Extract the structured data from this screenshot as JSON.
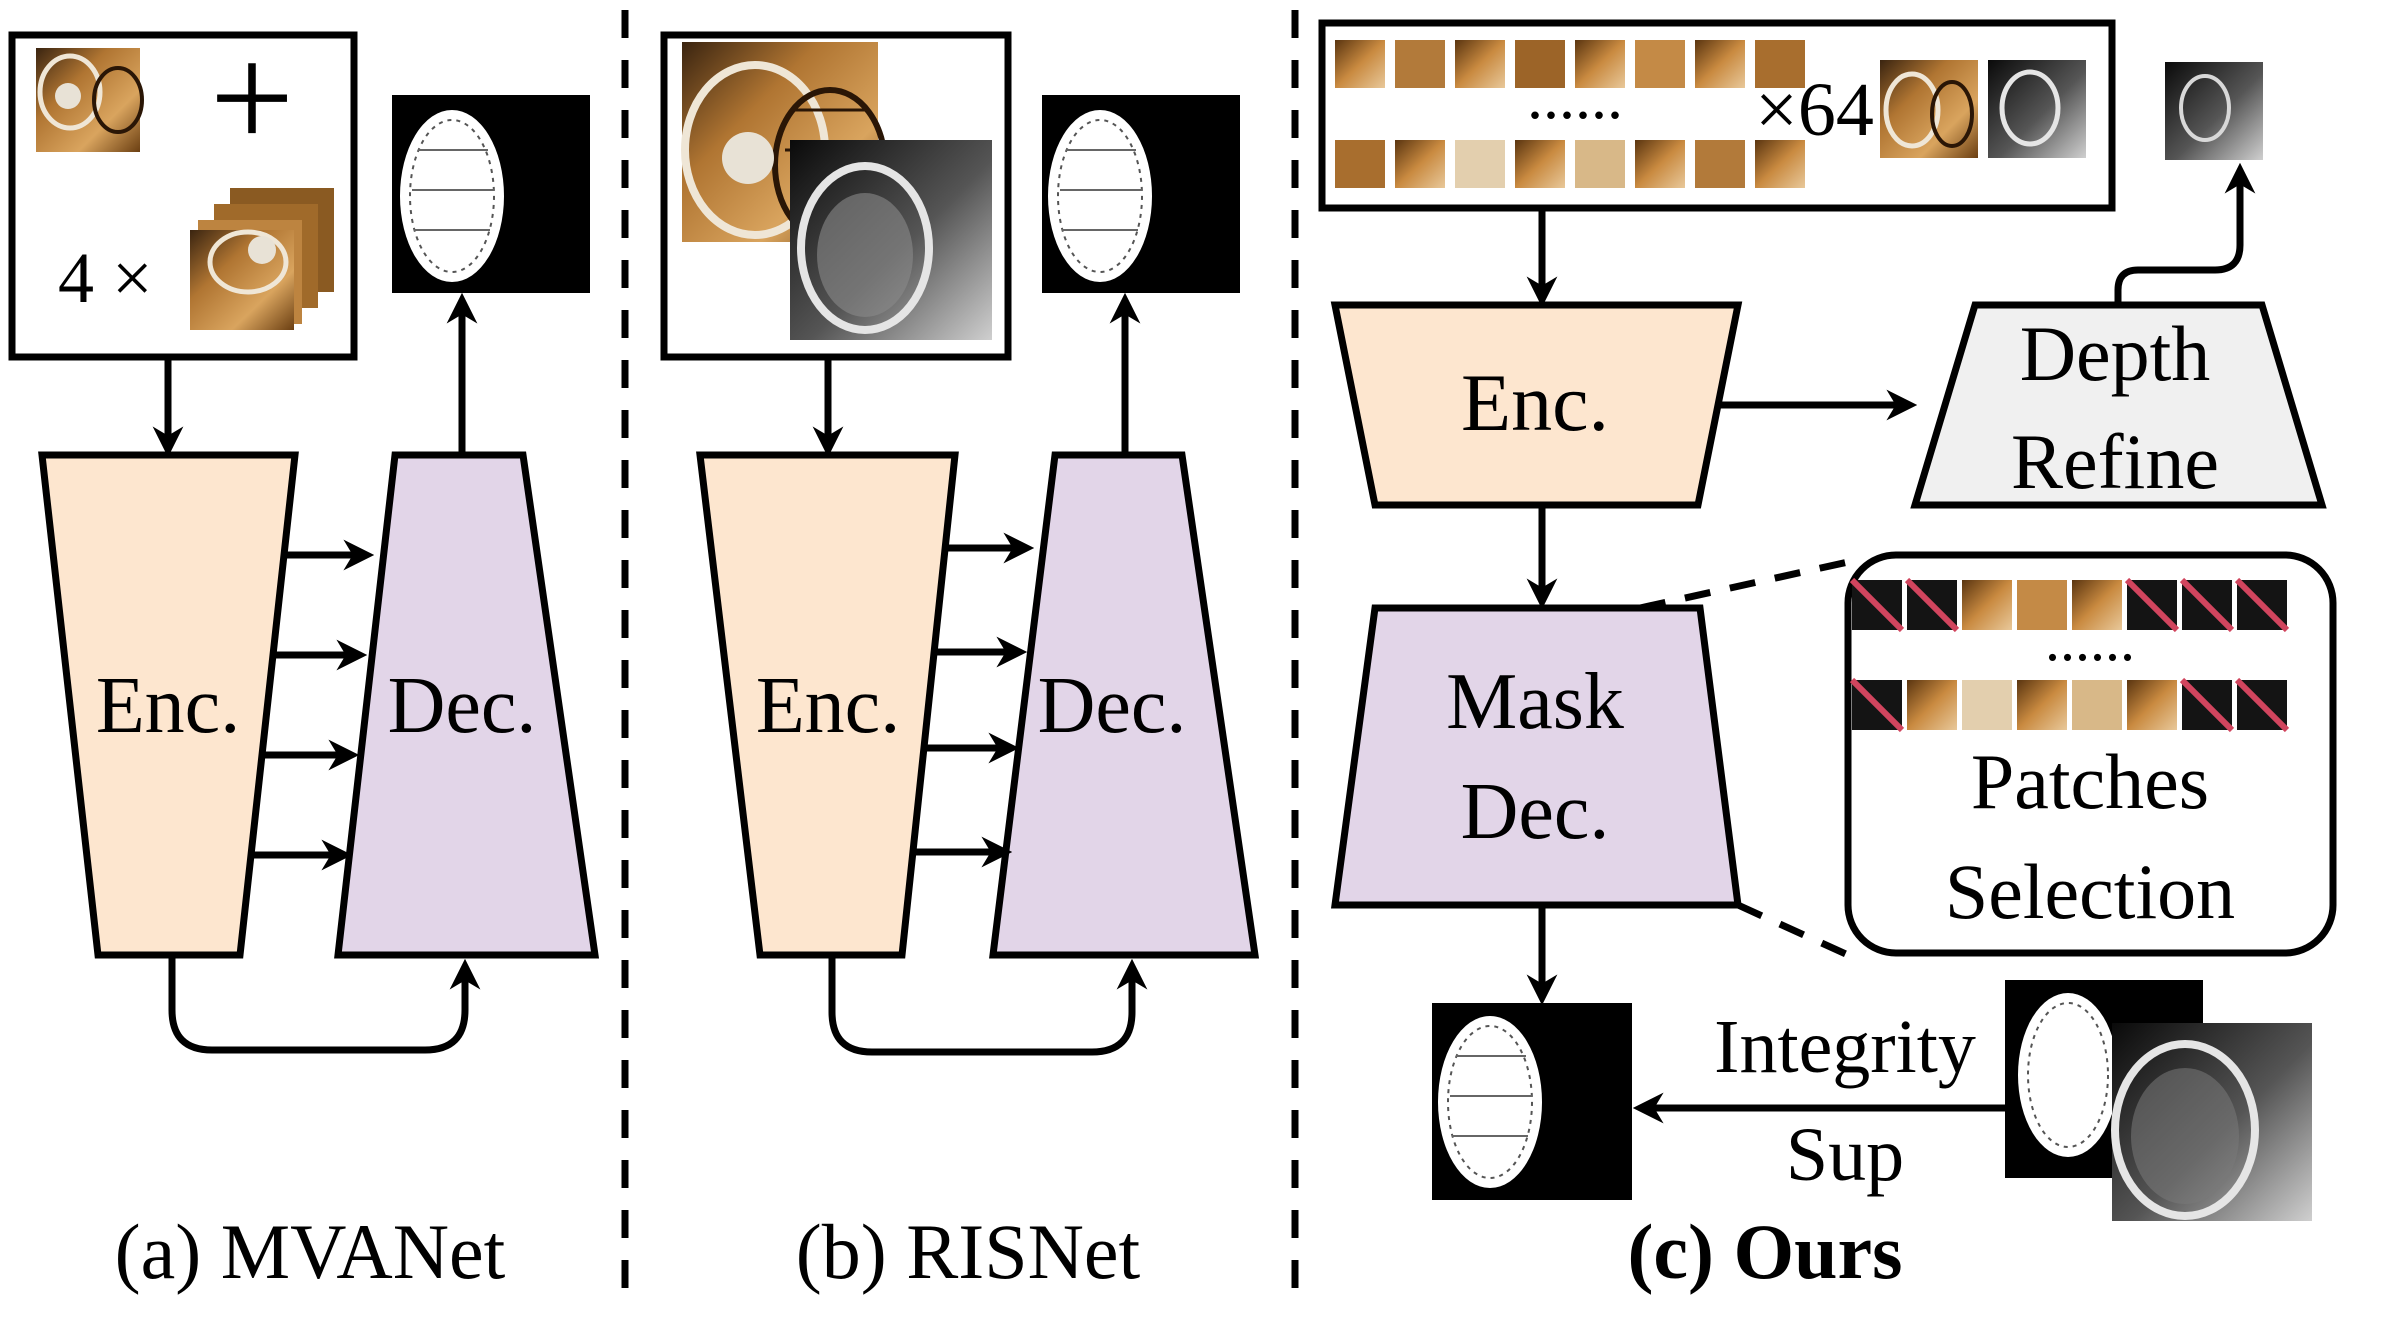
{
  "panels": {
    "a": {
      "caption": "(a) MVANet",
      "plus_sign": "+",
      "multiplier": "4 ×",
      "encoder_label": "Enc.",
      "decoder_label": "Dec."
    },
    "b": {
      "caption": "(b) RISNet",
      "encoder_label": "Enc.",
      "decoder_label": "Dec."
    },
    "c": {
      "caption": "(c) Ours",
      "patch_dots": "......",
      "patch_count": "×64",
      "encoder_label": "Enc.",
      "depth_refine_line1": "Depth",
      "depth_refine_line2": "Refine",
      "mask_decoder_line1": "Mask",
      "mask_decoder_line2": "Dec.",
      "selection_dots": "......",
      "selection_line1": "Patches",
      "selection_line2": "Selection",
      "integrity_line1": "Integrity",
      "integrity_line2": "Sup"
    }
  },
  "colors": {
    "encoder_fill": "#fde6cf",
    "decoder_fill": "#e2d5e8",
    "depth_refine_fill": "#f0f0f0",
    "photo_dark": "#6b3f12",
    "photo_mid": "#b07532",
    "photo_light": "#d9a45e",
    "rejected_patch_fill": "#141414",
    "rejected_patch_mark": "#d1455e"
  }
}
